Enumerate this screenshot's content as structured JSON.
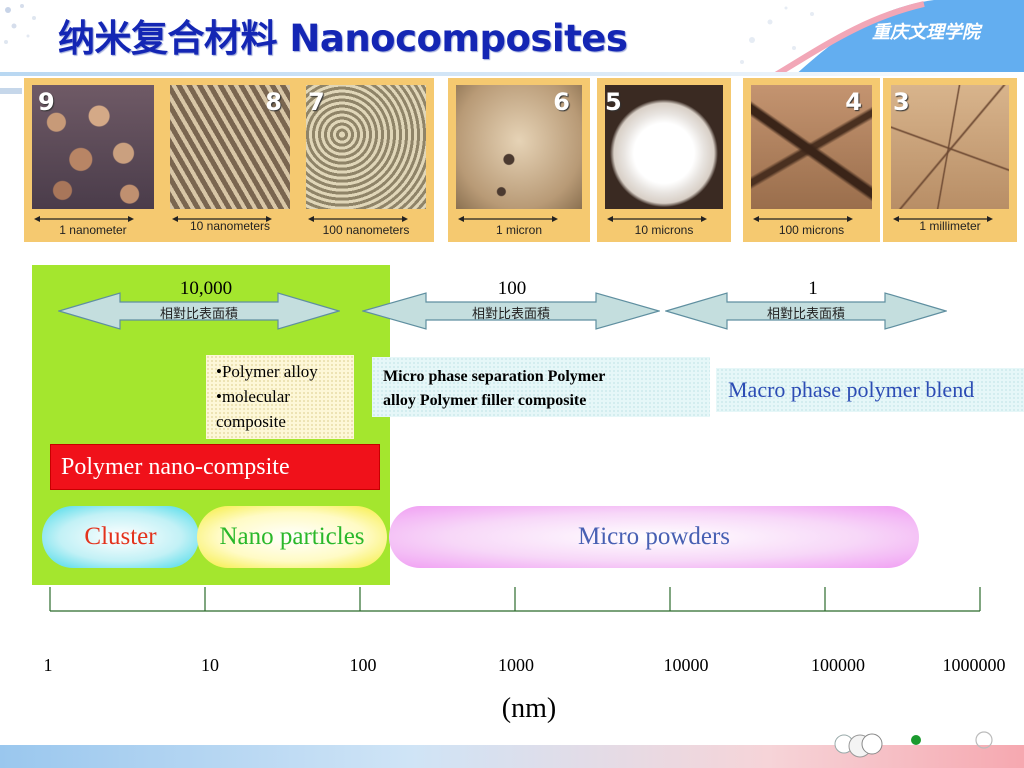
{
  "header": {
    "title": "纳米复合材料 Nanocomposites",
    "organization": "重庆文理学院"
  },
  "photos": [
    {
      "number": "9",
      "caption": "1 nanometer"
    },
    {
      "number": "8",
      "caption": "10 nanometers"
    },
    {
      "number": "7",
      "caption": "100 nanometers"
    },
    {
      "number": "6",
      "caption": "1 micron"
    },
    {
      "number": "5",
      "caption": "10 microns"
    },
    {
      "number": "4",
      "caption": "100 microns"
    },
    {
      "number": "3",
      "caption": "1 millimeter"
    }
  ],
  "surface_ratio": {
    "arrow_label": "相對比表面積",
    "values": [
      "10,000",
      "100",
      "1"
    ]
  },
  "regions": {
    "polymer_alloy_lines": [
      "•Polymer alloy",
      "•molecular",
      "composite"
    ],
    "micro_phase_lines": [
      "Micro phase separation Polymer",
      "alloy Polymer filler composite"
    ],
    "macro_phase": "Macro phase polymer blend",
    "polymer_nano": "Polymer nano-compsite"
  },
  "particles": {
    "cluster": "Cluster",
    "nano_particles": "Nano particles",
    "micro_powders": "Micro powders"
  },
  "axis": {
    "ticks": [
      "1",
      "10",
      "100",
      "1000",
      "10000",
      "100000",
      "1000000"
    ],
    "unit": "(nm)"
  },
  "colors": {
    "title": "#1426b4",
    "green_zone": "#a4e62e",
    "nano_bar": "#f0111a",
    "arrow_fill": "#c4dede",
    "photo_frame": "#f5c970"
  }
}
